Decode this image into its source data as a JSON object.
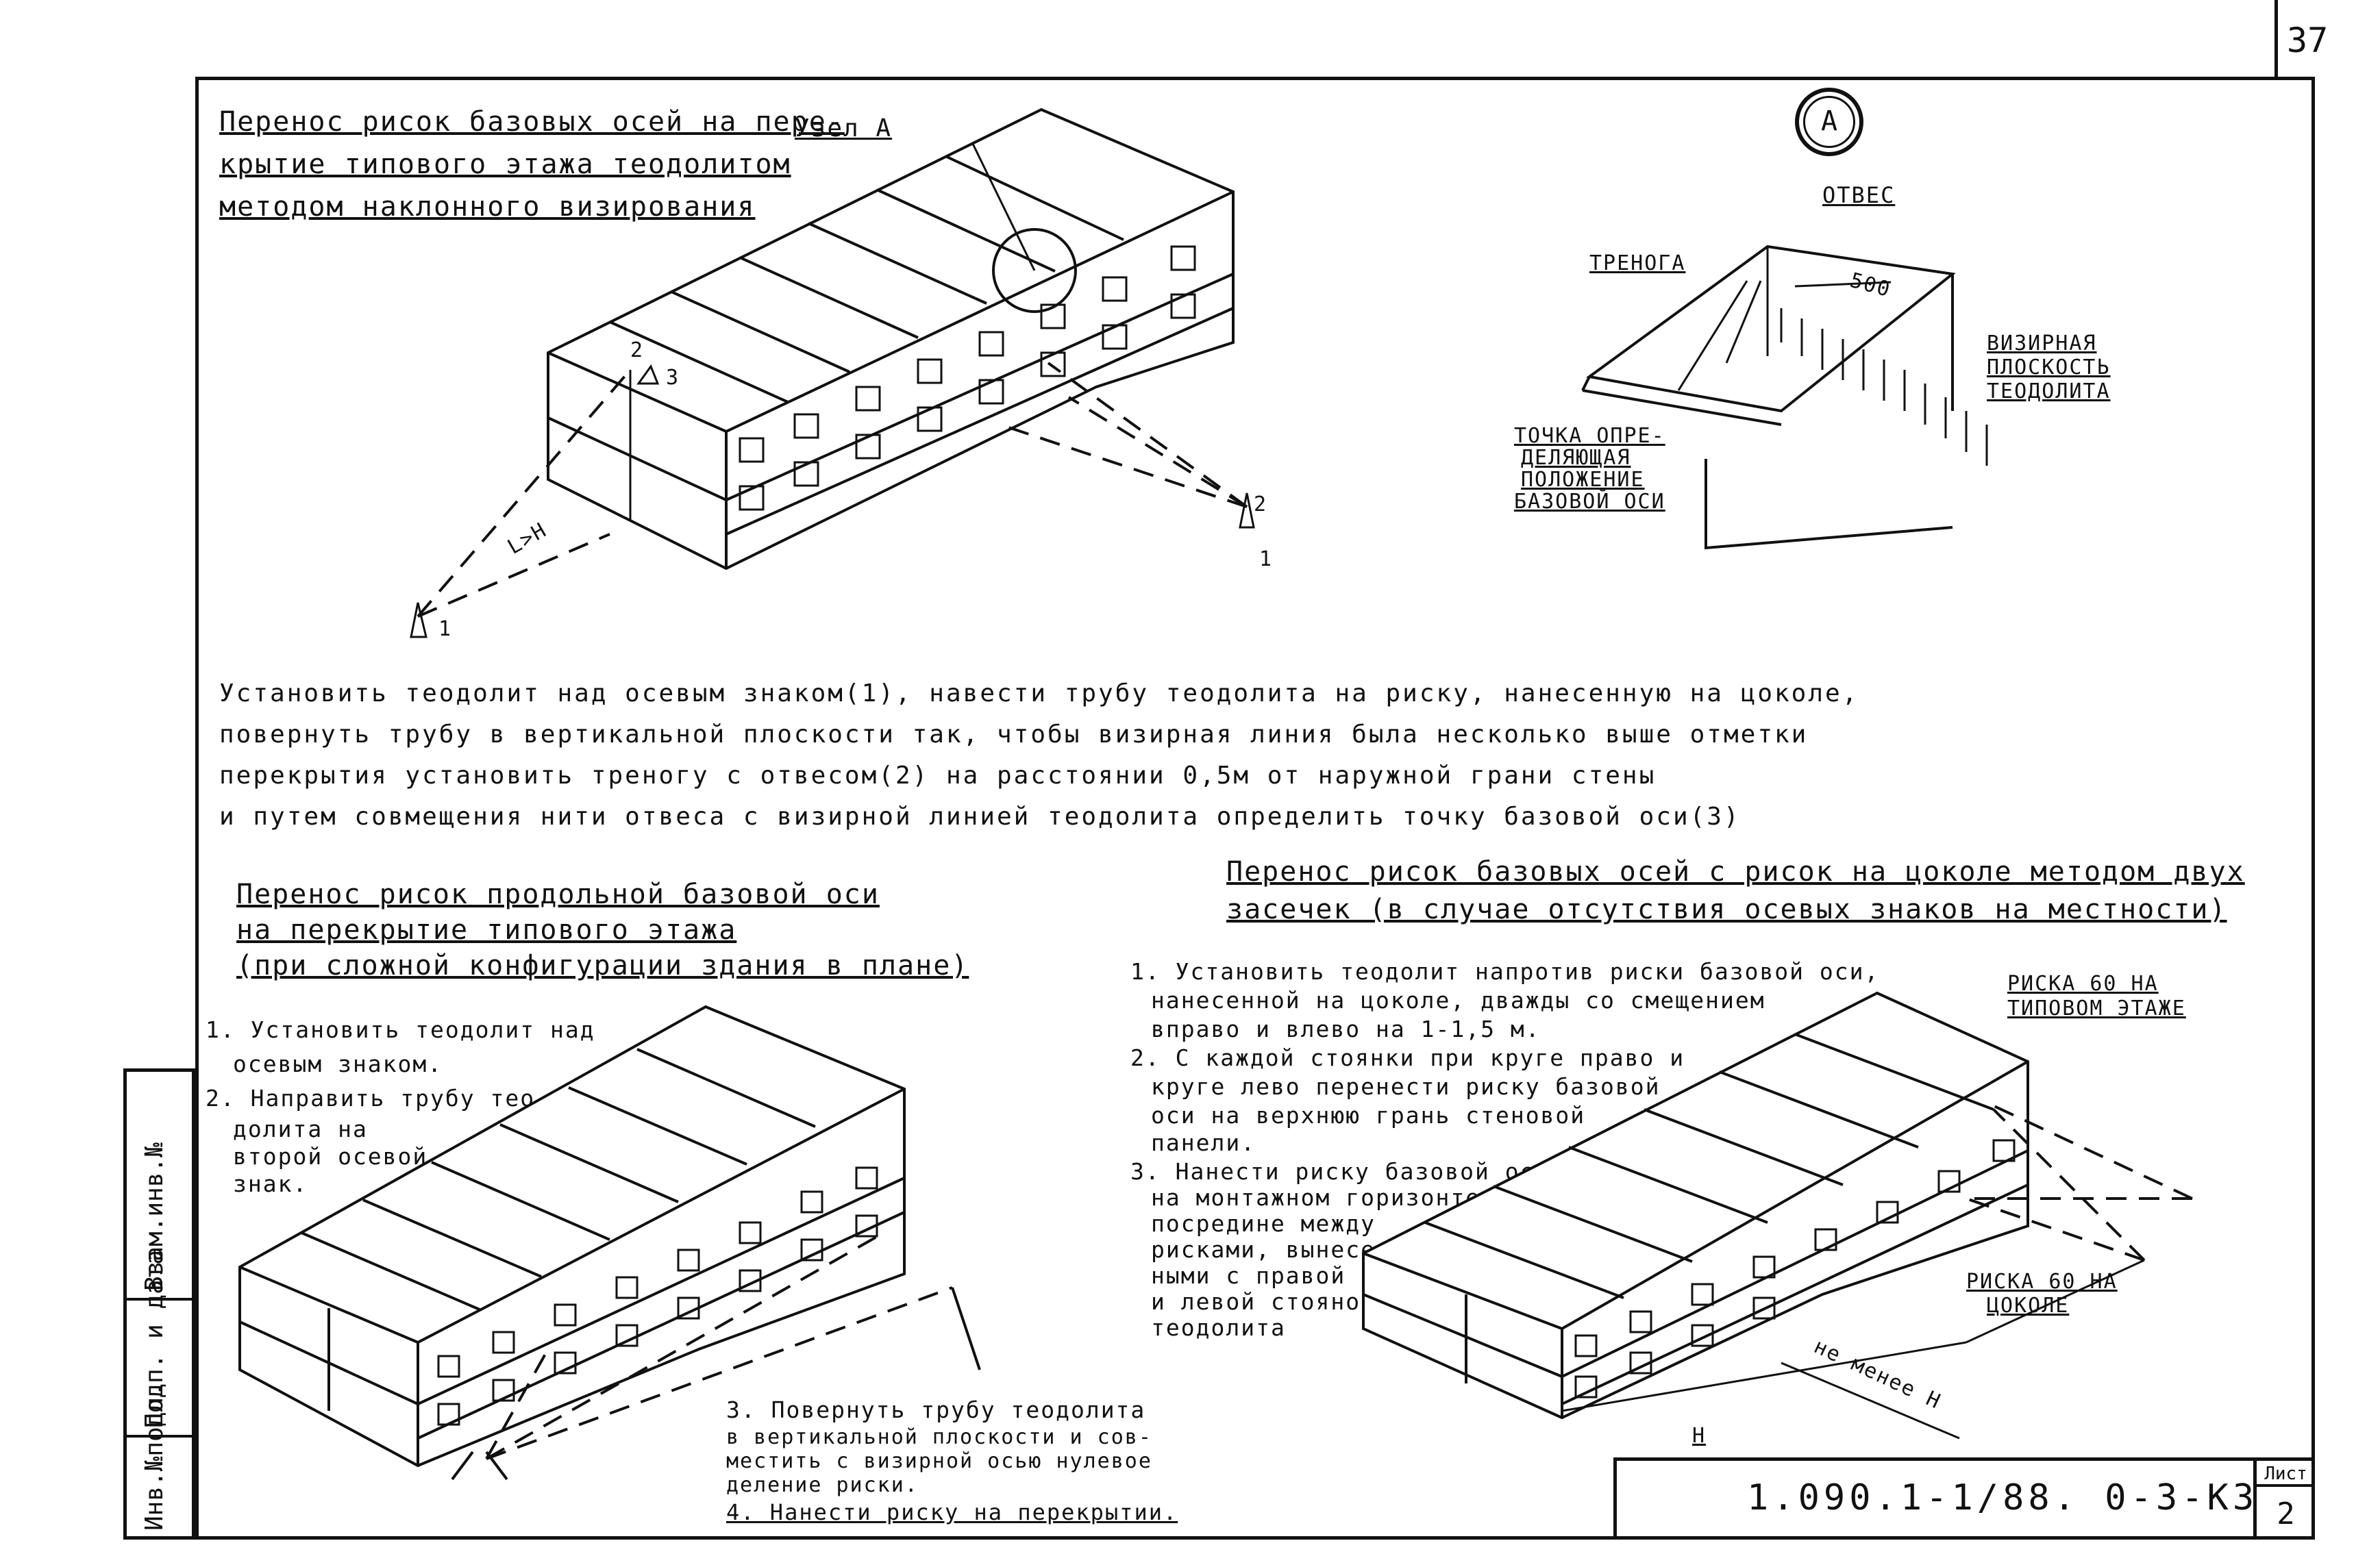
{
  "page_number": "37",
  "node_marker": "А",
  "heading_top_left": {
    "line1": "Перенос рисок базовых осей на пере-",
    "line2": "крытие типового этажа теодолитом",
    "line3": "методом наклонного визирования"
  },
  "node_label": "Узел А",
  "detail_labels": {
    "plumb": "ОТВЕС",
    "tripod": "ТРЕНОГА",
    "dim_500": "500",
    "sight_plane": [
      "ВИЗИРНАЯ",
      "ПЛОСКОСТЬ",
      "ТЕОДОЛИТА"
    ],
    "point_def": [
      "ТОЧКА ОПРЕ-",
      "ДЕЛЯЮЩАЯ",
      "ПОЛОЖЕНИЕ",
      "БАЗОВОЙ ОСИ"
    ]
  },
  "fig1_labels": {
    "l1": "1",
    "l2": "2",
    "l3": "3",
    "l4": "2",
    "l5": "1",
    "dist": "L>H"
  },
  "instruction_main": {
    "line1": "Установить теодолит над осевым знаком(1), навести трубу теодолита на риску, нанесенную на цоколе,",
    "line2": "повернуть трубу в вертикальной плоскости так, чтобы визирная линия была несколько выше отметки",
    "line3": "перекрытия установить треногу с отвесом(2) на расстоянии 0,5м от наружной грани стены",
    "line4": "и путем совмещения нити отвеса с визирной линией теодолита определить точку базовой оси(3)"
  },
  "heading_bottom_left": {
    "line1": "Перенос рисок продольной базовой оси",
    "line2": "на перекрытие типового этажа",
    "line3": "(при сложной конфигурации здания в плане)"
  },
  "steps_left": {
    "s1a": "1. Установить теодолит над",
    "s1b": "осевым знаком.",
    "s2a": "2. Направить трубу тео-",
    "s2b": "долита на",
    "s2c": "второй осевой",
    "s2d": "знак.",
    "s3a": "3. Повернуть трубу теодолита",
    "s3b": "в вертикальной плоскости и сов-",
    "s3c": "местить с визирной осью нулевое",
    "s3d": "деление риски.",
    "s4": "4. Нанести риску на перекрытии."
  },
  "heading_bottom_right": {
    "line1": "Перенос рисок базовых осей с рисок на цоколе методом двух",
    "line2": "засечек (в случае отсутствия осевых знаков на местности)"
  },
  "steps_right": {
    "s1a": "1. Установить теодолит напротив риски базовой оси,",
    "s1b": "нанесенной на цоколе, дважды со смещением",
    "s1c": "вправо и влево на 1-1,5 м.",
    "s2a": "2. С каждой стоянки при круге право и",
    "s2b": "круге лево перенести риску базовой",
    "s2c": "оси на верхнюю грань стеновой",
    "s2d": "панели.",
    "s3a": "3. Нанести риску базовой оси",
    "s3b": "на монтажном горизонте",
    "s3c": "посредине между",
    "s3d": "рисками, вынесен-",
    "s3e": "ными с правой",
    "s3f": "и левой стоянок",
    "s3g": "теодолита"
  },
  "fig3_labels": {
    "mark_floor": [
      "РИСКА 60 НА",
      "ТИПОВОМ ЭТАЖЕ"
    ],
    "mark_plinth": [
      "РИСКА 60 НА",
      "ЦОКОЛЕ"
    ],
    "not_less": "не менее H",
    "h": "H"
  },
  "side_stamp": {
    "c1": "Инв.№подл.",
    "c2": "Подп. и дата",
    "c3": "Взам.инв.№"
  },
  "title_block": {
    "code": "1.090.1-1/88. 0-3-КЗ",
    "sheet_label": "Лист",
    "sheet_number": "2"
  }
}
